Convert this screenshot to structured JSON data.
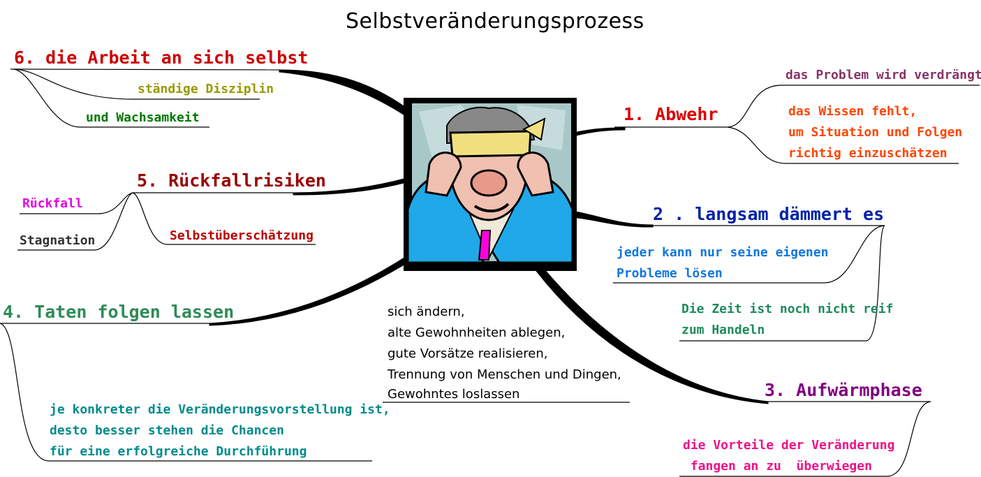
{
  "title": "Selbstveränderungsprozess",
  "colors": {
    "title": "#000000",
    "branch_6": "#cc0000",
    "branch_6_detail_1": "#999900",
    "branch_6_detail_2": "#007700",
    "branch_5": "#990000",
    "branch_5_detail_1": "#e600e6",
    "branch_5_detail_2": "#333333",
    "branch_5_detail_3": "#bb0000",
    "branch_4": "#2e8b57",
    "branch_4_detail": "#008b8b",
    "branch_1": "#dd0000",
    "branch_1_detail_1": "#883366",
    "branch_1_detail_2": "#ff4400",
    "branch_2": "#0022aa",
    "branch_2_detail_1": "#1177dd",
    "branch_2_detail_2": "#1e8b5a",
    "branch_3": "#800080",
    "branch_3_detail": "#ee1188",
    "center_text": "#000000"
  },
  "branches": {
    "b6": {
      "label": "6. die Arbeit an sich selbst",
      "details": [
        "ständige Disziplin",
        "und Wachsamkeit"
      ]
    },
    "b5": {
      "label": "5. Rückfallrisiken",
      "details": [
        "Rückfall",
        "Stagnation",
        "Selbstüberschätzung"
      ]
    },
    "b4": {
      "label": "4.  Taten folgen lassen",
      "detail_lines": [
        "je konkreter die Veränderungsvorstellung ist,",
        "desto besser stehen die Chancen",
        "für eine erfolgreiche Durchführung"
      ]
    },
    "b1": {
      "label": "1. Abwehr",
      "detail_1": "das Problem wird verdrängt",
      "detail_2_lines": [
        "das Wissen fehlt,",
        "um Situation und Folgen",
        "richtig einzuschätzen"
      ]
    },
    "b2": {
      "label": "2 . langsam dämmert es",
      "detail_1_lines": [
        "jeder kann nur seine eigenen",
        "Probleme lösen"
      ],
      "detail_2_lines": [
        "Die Zeit ist noch nicht reif",
        "zum Handeln"
      ]
    },
    "b3": {
      "label": "3. Aufwärmphase",
      "detail_lines": [
        "die Vorteile der Veränderung",
        " fangen an zu  überwiegen"
      ]
    }
  },
  "center_text_lines": [
    "sich ändern,",
    "alte Gewohnheiten ablegen,",
    "gute Vorsätze realisieren,",
    "Trennung von Menschen und Dingen,",
    "Gewohntes loslassen"
  ],
  "center_image": {
    "icon": "blindfolded-man-covering-ears-clipart",
    "colors": {
      "background": "#a8c8c8",
      "skin": "#f0c0b0",
      "blindfold": "#f0e080",
      "jacket": "#20a8e8",
      "tie": "#ff00dd"
    }
  }
}
